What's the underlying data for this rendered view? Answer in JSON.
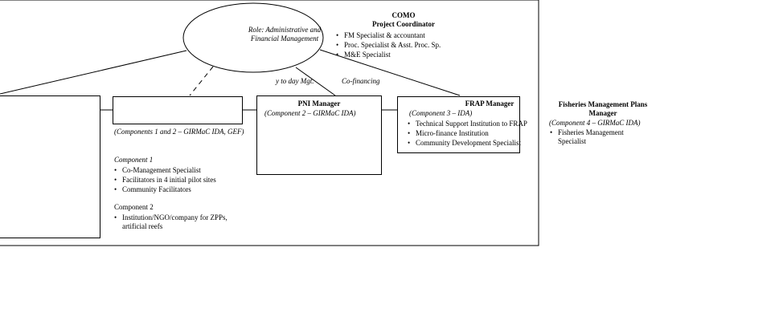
{
  "coordinator": {
    "name": "COMO",
    "title": "Project Coordinator",
    "role": "Role: Administrative and Financial Management",
    "staff": [
      "FM Specialist & accountant",
      "Proc. Specialist & Asst. Proc. Sp.",
      "M&E Specialist"
    ]
  },
  "links": {
    "day_to_day": "y to day Mgt.",
    "cofinancing": "Co-financing"
  },
  "comp12": {
    "header": "(Components 1 and 2 – GIRMaC IDA, GEF)",
    "comp1_label": "Component 1",
    "comp1_staff": [
      "Co-Management Specialist",
      "Facilitators in 4 initial pilot sites",
      "Community Facilitators"
    ],
    "comp2_label": "Component 2",
    "comp2_staff": [
      "Institution/NGO/company for ZPPs, artificial reefs"
    ]
  },
  "pni": {
    "title": "PNI Manager",
    "subtitle": "(Component 2 – GIRMaC IDA)"
  },
  "frap": {
    "title": "FRAP Manager",
    "subtitle": "(Component 3 – IDA)",
    "staff": [
      "Technical Support Institution to FRAP",
      "Micro-finance Institution",
      "Community Development Specialist"
    ]
  },
  "fmp": {
    "title": "Fisheries Management Plans Manager",
    "subtitle": "(Component 4 – GIRMaC IDA)",
    "staff": [
      "Fisheries Management Specialist"
    ]
  }
}
